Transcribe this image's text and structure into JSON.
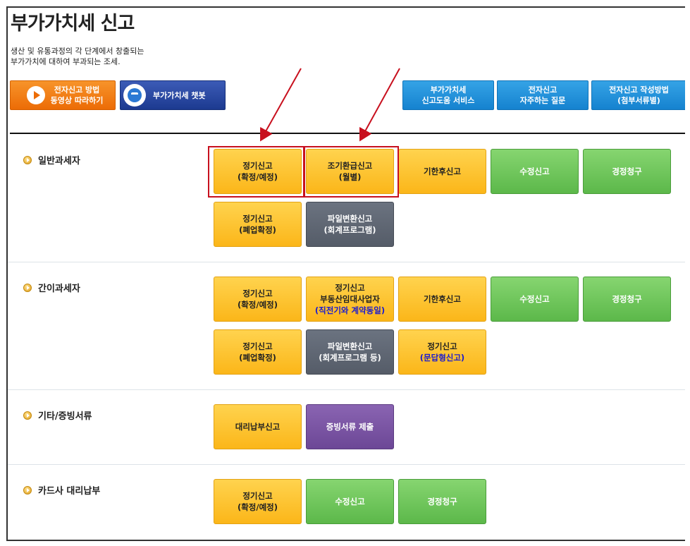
{
  "page": {
    "title": "부가가치세 신고",
    "desc_line1": "생산 및 유통과정의 각 단계에서 창출되는",
    "desc_line2": "부가가치에 대하여 부과되는 조세."
  },
  "banner": {
    "video_line1": "전자신고 방법",
    "video_line2": "동영상 따라하기",
    "chatbot": "부가가치세 챗봇",
    "help_line1": "부가가치세",
    "help_line2": "신고도움 서비스",
    "faq_line1": "전자신고",
    "faq_line2": "자주하는 질문",
    "guide_line1": "전자신고 작성방법",
    "guide_line2": "(첨부서류별)"
  },
  "sections": {
    "general": {
      "title": "일반과세자",
      "b1_l1": "정기신고",
      "b1_l2": "(확정/예정)",
      "b2_l1": "조기환급신고",
      "b2_l2": "(월별)",
      "b3": "기한후신고",
      "b4": "수정신고",
      "b5": "경정청구",
      "b6_l1": "정기신고",
      "b6_l2": "(폐업확정)",
      "b7_l1": "파일변환신고",
      "b7_l2": "(회계프로그램)"
    },
    "simple": {
      "title": "간이과세자",
      "b1_l1": "정기신고",
      "b1_l2": "(확정/예정)",
      "b2_l1": "정기신고",
      "b2_l2": "부동산임대사업자",
      "b2_l3": "(직전기와 계약동일)",
      "b3": "기한후신고",
      "b4": "수정신고",
      "b5": "경정청구",
      "b6_l1": "정기신고",
      "b6_l2": "(폐업확정)",
      "b7_l1": "파일변환신고",
      "b7_l2": "(회계프로그램 등)",
      "b8_l1": "정기신고",
      "b8_l2": "(문답형신고)"
    },
    "etc": {
      "title": "기타/증빙서류",
      "b1": "대리납부신고",
      "b2": "증빙서류 제출"
    },
    "card": {
      "title": "카드사 대리납부",
      "b1_l1": "정기신고",
      "b1_l2": "(확정/예정)",
      "b2": "수정신고",
      "b3": "경정청구"
    }
  },
  "colors": {
    "yellow": "#fbb619",
    "green": "#5cb84a",
    "gray": "#555c68",
    "purple": "#6c4796",
    "highlight": "#c8101e"
  }
}
